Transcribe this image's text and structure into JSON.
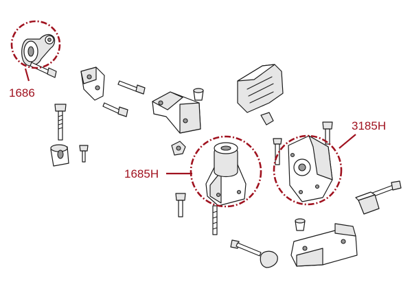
{
  "colors": {
    "callout": "#a0121f",
    "line": "#1a1a1a",
    "background": "#ffffff"
  },
  "callouts": [
    {
      "id": "c1686",
      "label": "1686"
    },
    {
      "id": "c1685h",
      "label": "1685H"
    },
    {
      "id": "c3185h",
      "label": "3185H"
    }
  ]
}
